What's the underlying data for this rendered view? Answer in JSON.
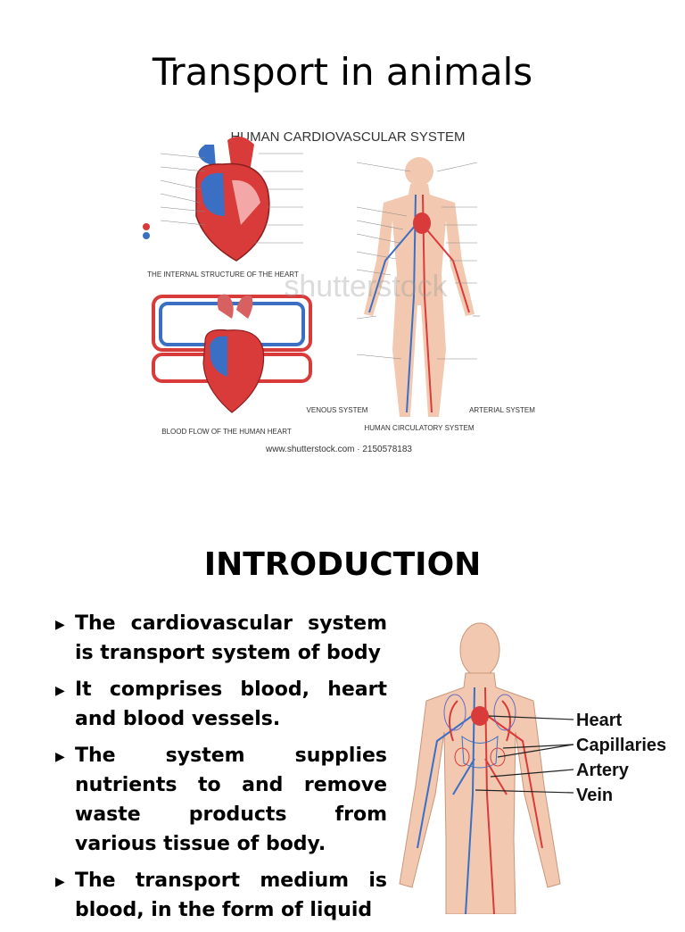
{
  "title": "Transport in animals",
  "figure1": {
    "heading": "HUMAN CARDIOVASCULAR SYSTEM",
    "heart_caption": "THE INTERNAL STRUCTURE OF THE HEART",
    "flow_caption": "BLOOD FLOW OF THE HUMAN HEART",
    "venous_caption": "VENOUS SYSTEM",
    "circulatory_caption": "HUMAN CIRCULATORY SYSTEM",
    "arterial_caption": "ARTERIAL SYSTEM",
    "watermark": "shutterstock",
    "credit": "www.shutterstock.com · 2150578183"
  },
  "section_heading": "INTRODUCTION",
  "bullets": [
    "The cardiovascular system is transport system of body",
    "It comprises blood, heart and blood vessels.",
    "The system supplies nutrients to and remove waste products  from various tissue of body.",
    "The transport medium is blood, in the form of liquid"
  ],
  "figure2": {
    "labels": [
      "Heart",
      "Capillaries",
      "Artery",
      "Vein"
    ]
  },
  "colors": {
    "artery": "#d93a3a",
    "vein": "#3a6fc4",
    "skin": "#f2c9b0"
  }
}
